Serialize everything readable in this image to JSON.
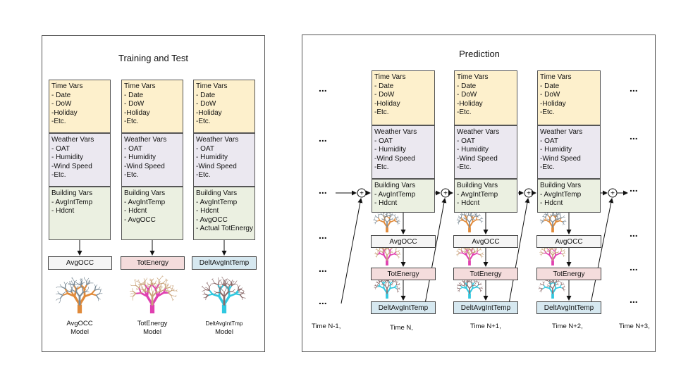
{
  "training": {
    "title": "Training and Test",
    "columns": [
      {
        "time_header": "Time Vars",
        "time_items": [
          "- Date",
          "- DoW",
          "-Holiday",
          "-Etc."
        ],
        "weather_header": "Weather Vars",
        "weather_items": [
          "- OAT",
          "- Humidity",
          "-Wind Speed",
          "-Etc."
        ],
        "building_header": "Building Vars",
        "building_items": [
          "- AvgIntTemp",
          "- Hdcnt"
        ],
        "output": "AvgOCC",
        "model_lines": [
          "AvgOCC",
          "Model"
        ]
      },
      {
        "time_header": "Time Vars",
        "time_items": [
          "- Date",
          "- DoW",
          "-Holiday",
          "-Etc."
        ],
        "weather_header": "Weather Vars",
        "weather_items": [
          "- OAT",
          "- Humidity",
          "-Wind Speed",
          "-Etc."
        ],
        "building_header": "Building Vars",
        "building_items": [
          "- AvgIntTemp",
          "- Hdcnt",
          "- AvgOCC"
        ],
        "output": "TotEnergy",
        "model_lines": [
          "TotEnergy",
          "Model"
        ]
      },
      {
        "time_header": "Time Vars",
        "time_items": [
          "- Date",
          "- DoW",
          "-Holiday",
          "-Etc."
        ],
        "weather_header": "Weather Vars",
        "weather_items": [
          "- OAT",
          "- Humidity",
          "-Wind Speed",
          "-Etc."
        ],
        "building_header": "Building Vars",
        "building_items": [
          "- AvgIntTemp",
          "- Hdcnt",
          "- AvgOCC",
          "- Actual TotEnergy"
        ],
        "output": "DeltAvgIntTemp",
        "model_lines": [
          "DeltAvgIntTmp",
          "Model"
        ]
      }
    ]
  },
  "prediction": {
    "title": "Prediction",
    "ellipsis": "...",
    "columns": [
      {
        "time_header": "Time Vars",
        "time_items": [
          "- Date",
          "- DoW",
          "-Holiday",
          "-Etc."
        ],
        "weather_header": "Weather Vars",
        "weather_items": [
          "- OAT",
          "- Humidity",
          "-Wind Speed",
          "-Etc."
        ],
        "building_header": "Building Vars",
        "building_items": [
          "- AvgIntTemp",
          "- Hdcnt"
        ],
        "outputs": [
          "AvgOCC",
          "TotEnergy",
          "DeltAvgIntTemp"
        ]
      },
      {
        "time_header": "Time Vars",
        "time_items": [
          "- Date",
          "- DoW",
          "-Holiday",
          "-Etc."
        ],
        "weather_header": "Weather Vars",
        "weather_items": [
          "- OAT",
          "- Humidity",
          "-Wind Speed",
          "-Etc."
        ],
        "building_header": "Building Vars",
        "building_items": [
          "- AvgIntTemp",
          "- Hdcnt"
        ],
        "outputs": [
          "AvgOCC",
          "TotEnergy",
          "DeltAvgIntTemp"
        ]
      },
      {
        "time_header": "Time Vars",
        "time_items": [
          "- Date",
          "- DoW",
          "-Holiday",
          "-Etc."
        ],
        "weather_header": "Weather Vars",
        "weather_items": [
          "- OAT",
          "- Humidity",
          "-Wind Speed",
          "-Etc."
        ],
        "building_header": "Building Vars",
        "building_items": [
          "- AvgIntTemp",
          "- Hdcnt"
        ],
        "outputs": [
          "AvgOCC",
          "TotEnergy",
          "DeltAvgIntTemp"
        ]
      }
    ],
    "time_labels": [
      "Time N-1,",
      "Time N,",
      "Time N+1,",
      "Time N+2,",
      "Time N+3,"
    ],
    "sum_symbol": "+"
  },
  "colors": {
    "time": "#fdf0cc",
    "weather": "#ebe8f0",
    "building": "#ebf0e1",
    "avgocc": "#f5f5f5",
    "totenergy": "#f4dcdc",
    "deltavgint": "#d6e8f0",
    "tree_gray": "#7a8a96",
    "tree_orange": "#e08a3a",
    "tree_magenta": "#e040b0",
    "tree_cyan": "#30c8e0"
  },
  "icons": [
    "tree-model-icon"
  ]
}
